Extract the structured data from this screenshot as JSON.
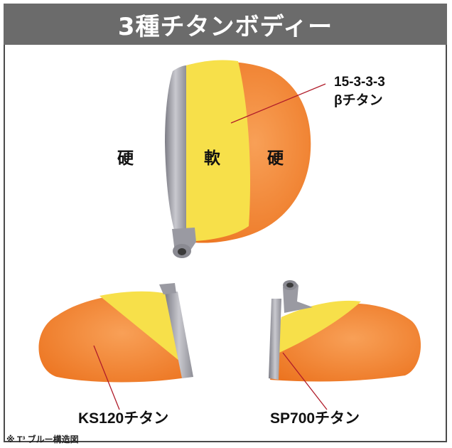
{
  "title": "3種チタンボディー",
  "labels": {
    "alloy": "15-3-3-3",
    "beta_titanium": "βチタン",
    "hard_left": "硬",
    "soft": "軟",
    "hard_right": "硬",
    "ks120": "KS120チタン",
    "sp700": "SP700チタン"
  },
  "footnote": "※ T³ ブルー構造図",
  "colors": {
    "header_bg": "#6b6b6b",
    "orange": "#f07c28",
    "yellow": "#f7e04a",
    "metal": "#a6a6ad",
    "border": "#4a4a4a"
  }
}
